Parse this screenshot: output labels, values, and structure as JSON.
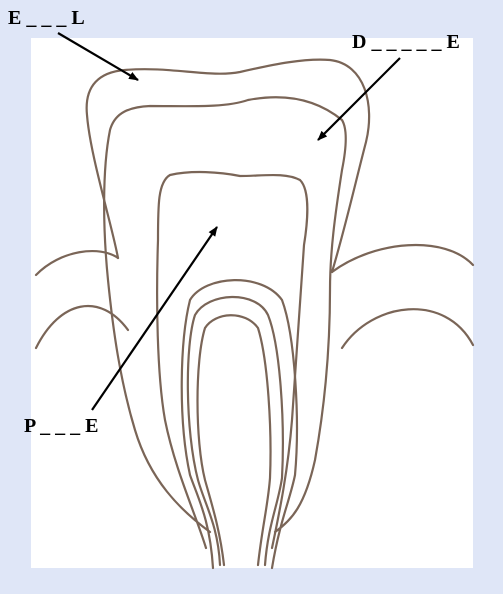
{
  "colors": {
    "frame": "#dfe6f7",
    "paper": "#ffffff",
    "outline": "#7a6557",
    "label": "#000000"
  },
  "labels": {
    "enamel": "E _ _ _ L",
    "dentine": "D _ _ _ _ _ E",
    "pulp": "P _ _ _ E"
  }
}
